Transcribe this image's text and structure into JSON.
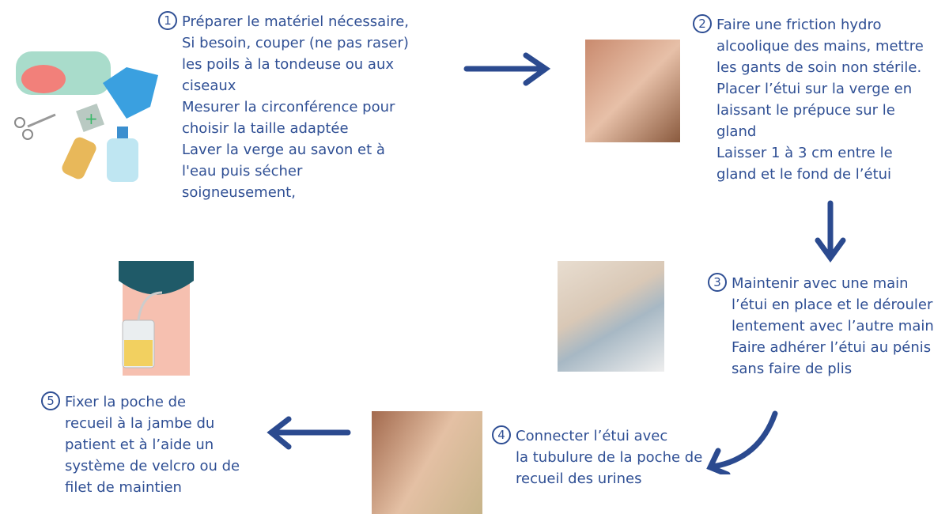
{
  "steps": [
    {
      "number": "1",
      "lines": "Préparer le matériel nécessaire,\nSi besoin, couper (ne pas raser)\nles poils à la tondeuse ou aux\nciseaux\nMesurer la circonférence pour\nchoisir la taille adaptée\nLaver la verge au savon et à\nl'eau puis sécher\nsoigneusement,"
    },
    {
      "number": "2",
      "lines": "Faire une friction hydro\nalcoolique des mains,  mettre\nles gants de soin non stérile.\nPlacer l’étui sur la verge en\nlaissant le prépuce sur le\ngland\nLaisser 1 à 3 cm entre le\ngland et le fond de l’étui"
    },
    {
      "number": "3",
      "lines": "Maintenir avec une main\nl’étui en place et le dérouler\nlentement avec l’autre main\nFaire adhérer l’étui au pénis\nsans faire de plis"
    },
    {
      "number": "4",
      "lines": "Connecter l’étui avec\nla tubulure de la poche de\nrecueil des urines"
    },
    {
      "number": "5",
      "lines": "Fixer la poche de\nrecueil à la jambe du\npatient et à l’aide un\nsystème de velcro ou de\nfilet de maintien"
    }
  ],
  "colors": {
    "text": "#2f4f94",
    "arrow": "#2b4a8f"
  }
}
